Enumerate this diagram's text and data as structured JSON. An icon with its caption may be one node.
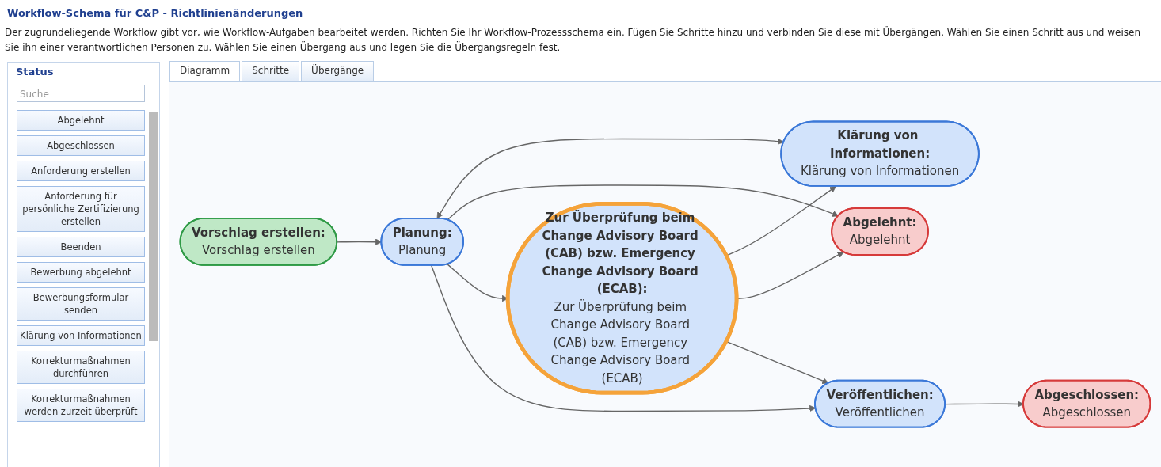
{
  "diagram": {
    "title": "Workflow-Schema für C&P - Richtlinienänderungen",
    "nodes": [
      {
        "text": [
          "Vorschlag erstellen:",
          "Vorschlag erstellen"
        ]
      },
      {
        "text": [
          "Klärung von Informationen:",
          "Klärung von Informationen"
        ]
      },
      {
        "text": [
          "Abgelehnt:",
          "Abgelehnt"
        ]
      },
      {
        "text": [
          "Zur Überprüfung beim Change Advisory Board (CAB) bzw. Emergency Change Advisory Board (ECAB):",
          "Zur Überprüfung beim Change Advisory Board (CAB) bzw. Emergency Change Advisory Board (ECAB)"
        ]
      },
      {
        "text": [
          "Planung:",
          "Planung"
        ]
      },
      {
        "text": [
          "Veröffentlichen:",
          "Veröffentlichen"
        ]
      },
      {
        "text": [
          "Abgeschlossen:",
          "Abgeschlossen"
        ]
      }
    ],
    "edges": [
      {
        "from": 0,
        "to": 4,
        "arrow": "to"
      },
      {
        "from": 4,
        "to": 1,
        "arrow": "both"
      },
      {
        "from": 3,
        "to": 1,
        "arrow": "to"
      },
      {
        "from": 4,
        "to": 2,
        "arrow": "to"
      },
      {
        "from": 4,
        "to": 3,
        "arrow": "to"
      },
      {
        "from": 3,
        "to": 2,
        "arrow": "to"
      },
      {
        "from": 4,
        "to": 5,
        "arrow": "to"
      },
      {
        "from": 3,
        "to": 5,
        "arrow": "to"
      },
      {
        "from": 5,
        "to": 6,
        "arrow": "to"
      }
    ],
    "labels": [
      "Der zugrundeliegende Workflow gibt vor, wie Workflow-Aufgaben bearbeitet werden. Richten Sie Ihr Workflow-Prozessschema ein. Fügen Sie Schritte hinzu und verbinden Sie diese mit Übergängen. Wählen Sie einen Schritt aus und weisen Sie ihn einer verantwortlichen Personen zu. Wählen Sie einen Übergang aus und legen Sie die Übergangsregeln fest.",
      "Status",
      "Suche",
      "Abgelehnt",
      "Abgeschlossen",
      "Anforderung erstellen",
      "Anforderung für persönliche Zertifizierung erstellen",
      "Beenden",
      "Bewerbung abgelehnt",
      "Bewerbungsformular senden",
      "Klärung von Informationen",
      "Korrekturmaßnahmen durchführen",
      "Korrekturmaßnahmen werden zurzeit überprüft",
      "Diagramm",
      "Schritte",
      "Übergänge"
    ]
  }
}
